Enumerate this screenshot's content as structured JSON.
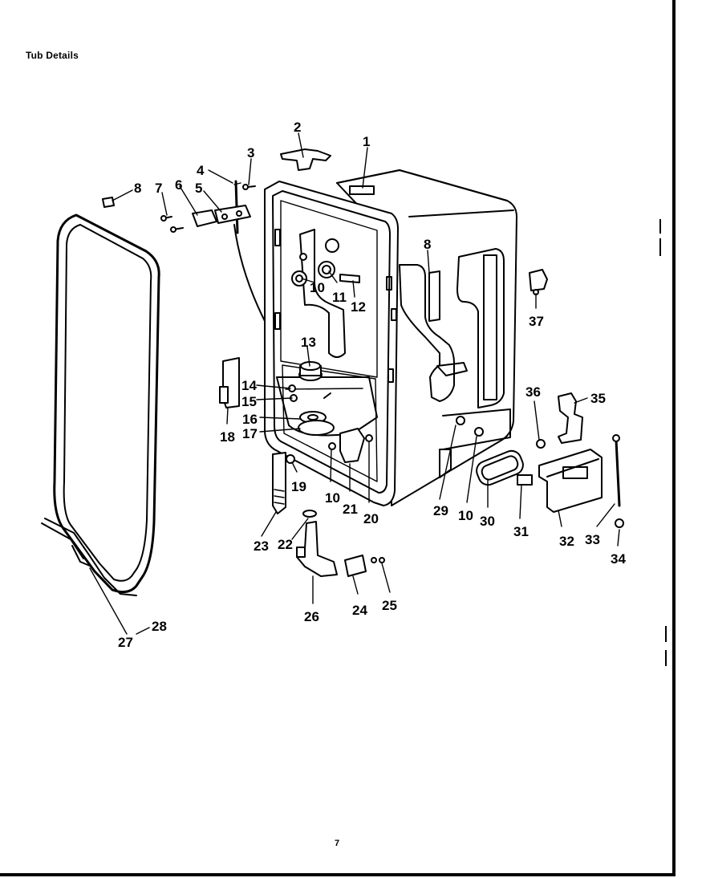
{
  "page": {
    "title": "Tub Details",
    "page_number": "7"
  },
  "callouts": [
    "1",
    "2",
    "3",
    "4",
    "5",
    "6",
    "7",
    "8",
    "8",
    "10",
    "11",
    "12",
    "13",
    "14",
    "15",
    "16",
    "17",
    "18",
    "19",
    "10",
    "21",
    "20",
    "23",
    "22",
    "26",
    "24",
    "25",
    "27",
    "28",
    "29",
    "10",
    "30",
    "31",
    "32",
    "33",
    "34",
    "35",
    "36",
    "37"
  ]
}
